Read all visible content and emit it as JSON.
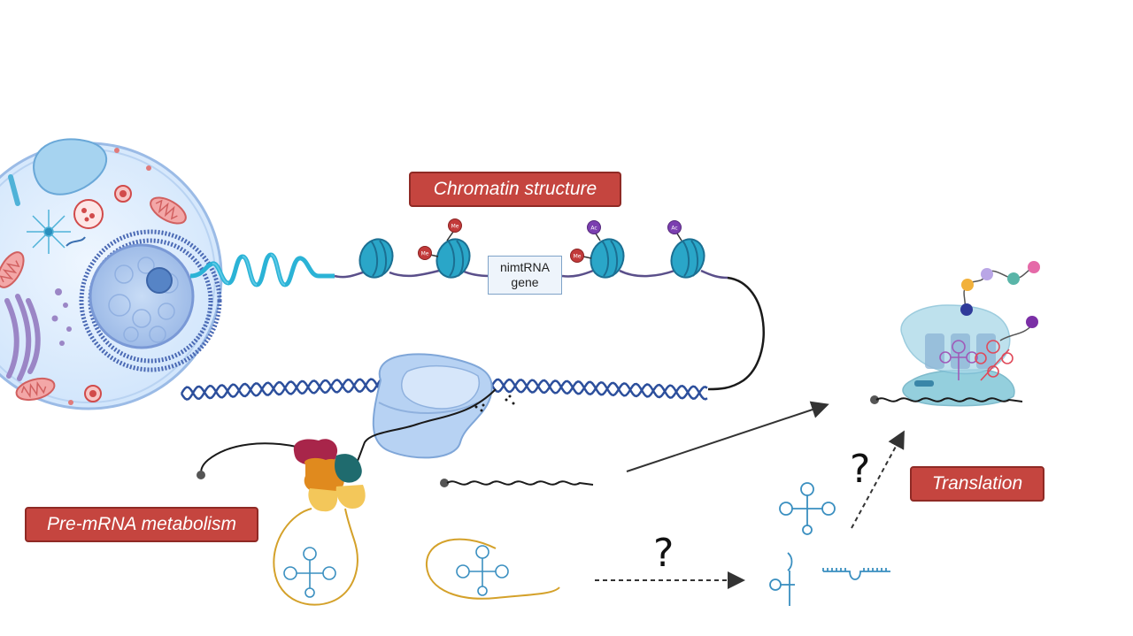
{
  "labels": {
    "chromatin": "Chromatin structure",
    "premrna": "Pre-mRNA metabolism",
    "translation": "Translation"
  },
  "gene": {
    "line1": "nimtRNA",
    "line2": "gene"
  },
  "modifications": {
    "methyl": "Me",
    "acetyl": "Ac"
  },
  "question_mark": "?",
  "colors": {
    "label_fill": "#c5453f",
    "nucleosome": "#2aa6c8",
    "dna": "#2c4f9c",
    "cell": "#dfeefc",
    "trna": "#3a8fc0",
    "intron_loop": "#d4a12a"
  }
}
